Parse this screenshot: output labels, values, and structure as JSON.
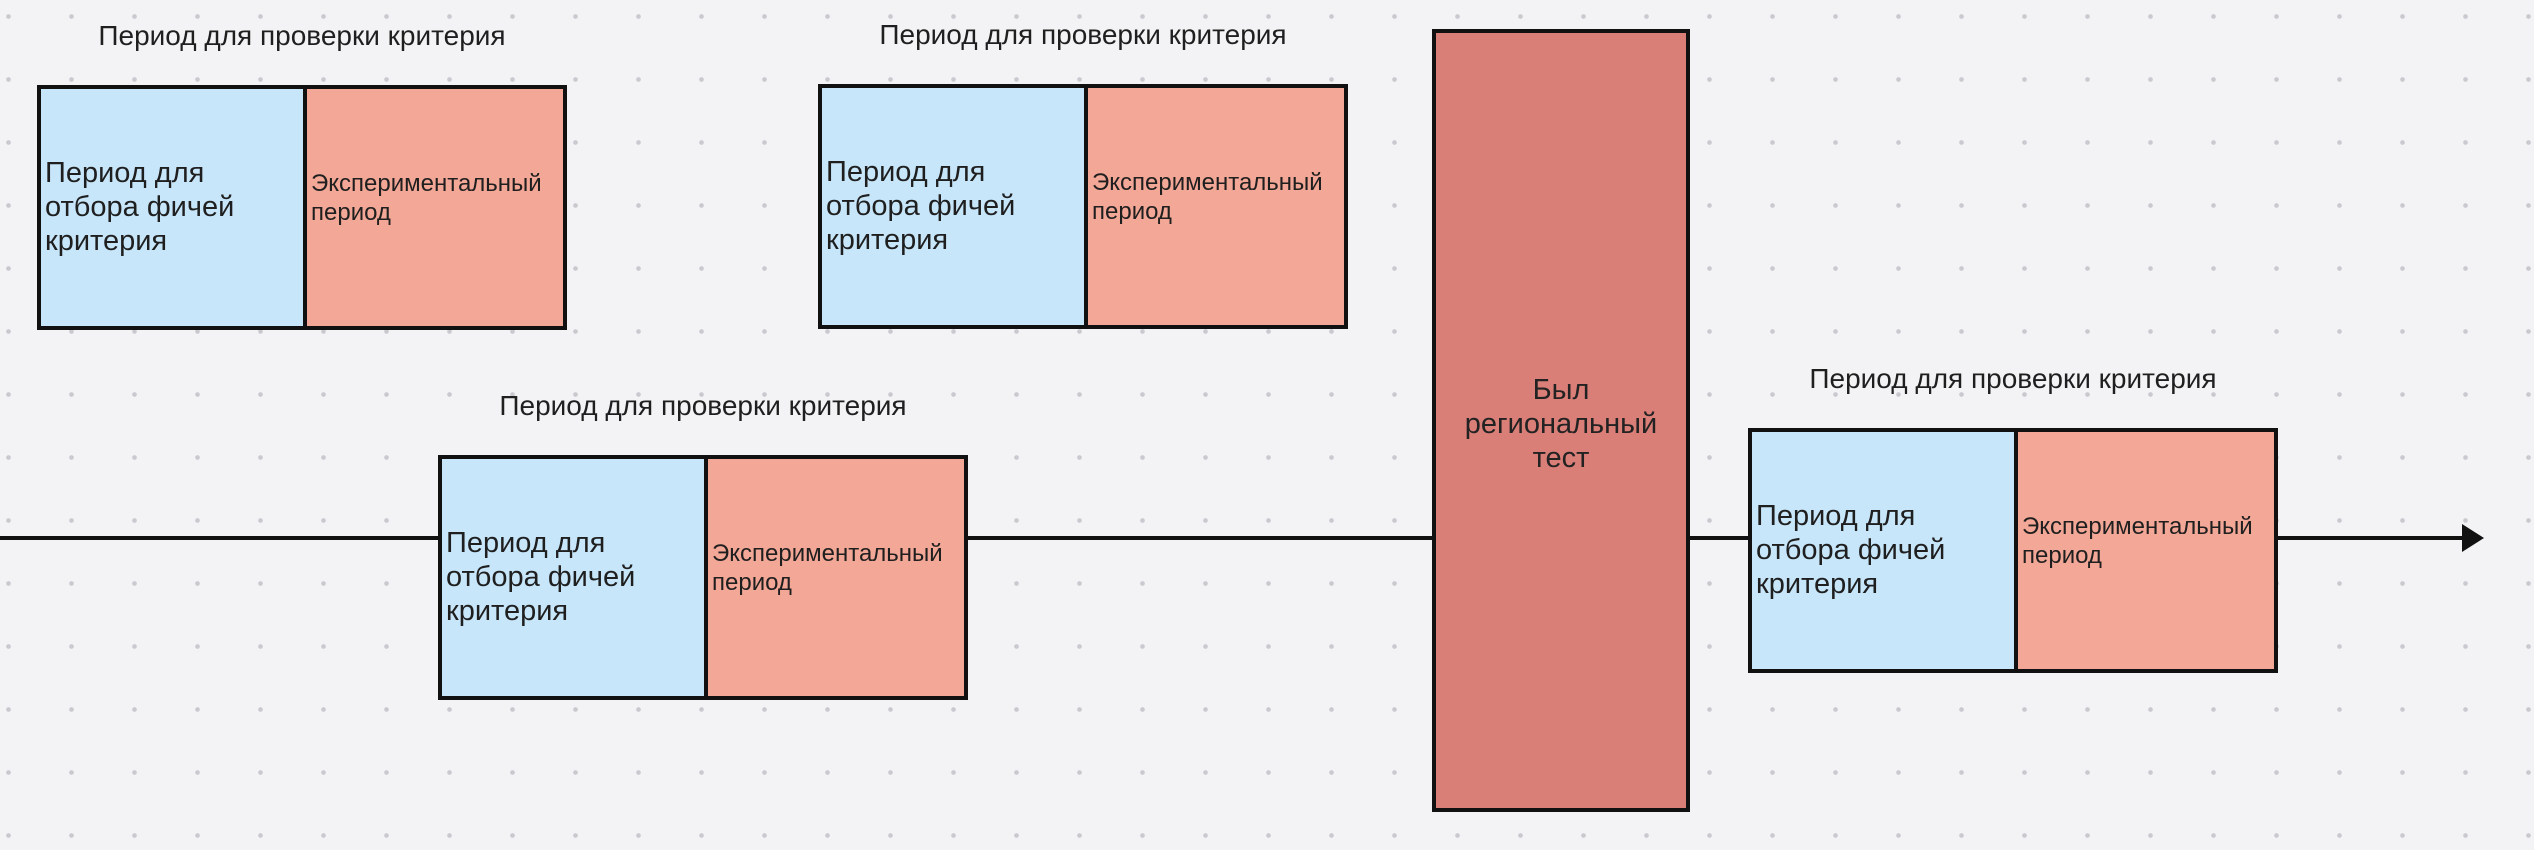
{
  "diagram": {
    "groups": [
      {
        "label": "Период для проверки критерия",
        "feature_box": "Период для\nотбора фичей\nкритерия",
        "experiment_box": "Экспериментальный\nпериод"
      },
      {
        "label": "Период для проверки критерия",
        "feature_box": "Период для\nотбора фичей\nкритерия",
        "experiment_box": "Экспериментальный\nпериод"
      },
      {
        "label": "Период для проверки критерия",
        "feature_box": "Период для\nотбора фичей\nкритерия",
        "experiment_box": "Экспериментальный\nпериод"
      },
      {
        "label": "Период для проверки критерия",
        "feature_box": "Период для\nотбора фичей\nкритерия",
        "experiment_box": "Экспериментальный\nпериод"
      }
    ],
    "regional_test": "Был\nрегиональный\nтест",
    "colors": {
      "feature_box": "#c7e6fa",
      "experiment_box": "#f3a796",
      "regional_test": "#da7f78",
      "stroke": "#111111",
      "background": "#f3f3f5"
    }
  }
}
